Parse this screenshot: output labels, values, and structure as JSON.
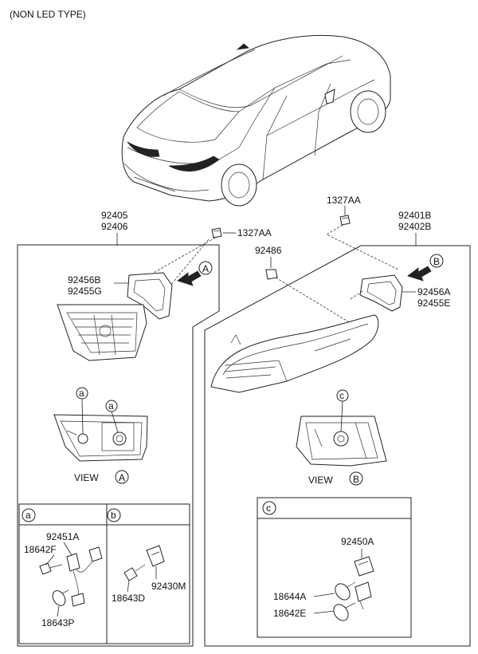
{
  "header": {
    "type_note": "(NON LED TYPE)"
  },
  "left_assembly": {
    "part_numbers": [
      "92405",
      "92406"
    ],
    "clip_part": "1327AA",
    "gasket_parts": [
      "92456B",
      "92455G"
    ],
    "view_label": "VIEW",
    "view_marker": "A",
    "callout_marks": [
      "a",
      "a"
    ]
  },
  "right_assembly": {
    "part_numbers": [
      "92401B",
      "92402B"
    ],
    "clip_part": "1327AA",
    "grommet_part": "92486",
    "gasket_parts": [
      "92456A",
      "92455E"
    ],
    "view_label": "VIEW",
    "view_marker": "B",
    "callout_marks": [
      "c"
    ]
  },
  "detail_a": {
    "marker": "a",
    "parts": [
      "92451A",
      "18642F",
      "18643P"
    ]
  },
  "detail_b": {
    "marker": "b",
    "parts": [
      "92430M",
      "18643D"
    ]
  },
  "detail_c": {
    "marker": "c",
    "parts": [
      "92450A",
      "18644A",
      "18642E"
    ]
  }
}
